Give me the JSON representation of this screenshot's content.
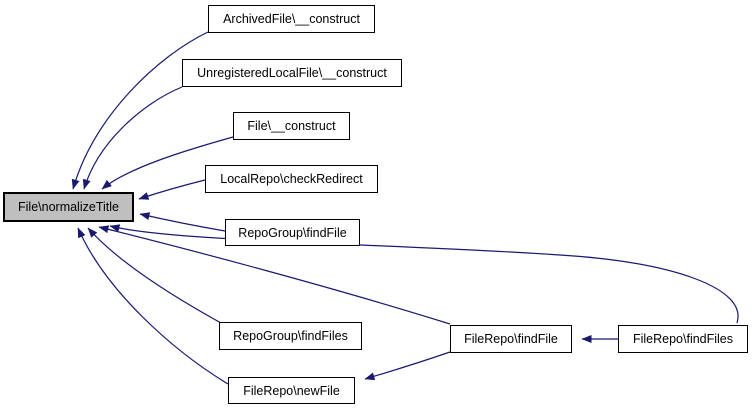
{
  "diagram": {
    "type": "caller-graph",
    "focus_node": "File\\normalizeTitle",
    "colors": {
      "background": "#ffffff",
      "edge": "#191970",
      "node_border": "#000000",
      "node_fill": "#ffffff",
      "focus_fill": "#bfbfbf",
      "text": "#000000"
    },
    "nodes": [
      {
        "id": "normalizeTitle",
        "label": "File\\normalizeTitle",
        "focused": true
      },
      {
        "id": "archivedfile-construct",
        "label": "ArchivedFile\\__construct",
        "focused": false
      },
      {
        "id": "unregisteredlocalfile-construct",
        "label": "UnregisteredLocalFile\\__construct",
        "focused": false
      },
      {
        "id": "file-construct",
        "label": "File\\__construct",
        "focused": false
      },
      {
        "id": "localrepo-checkredirect",
        "label": "LocalRepo\\checkRedirect",
        "focused": false
      },
      {
        "id": "repogroup-findfile",
        "label": "RepoGroup\\findFile",
        "focused": false
      },
      {
        "id": "repogroup-findfiles",
        "label": "RepoGroup\\findFiles",
        "focused": false
      },
      {
        "id": "filerepo-newfile",
        "label": "FileRepo\\newFile",
        "focused": false
      },
      {
        "id": "filerepo-findfile",
        "label": "FileRepo\\findFile",
        "focused": false
      },
      {
        "id": "filerepo-findfiles",
        "label": "FileRepo\\findFiles",
        "focused": false
      }
    ],
    "edges": [
      {
        "from": "ArchivedFile\\__construct",
        "to": "File\\normalizeTitle"
      },
      {
        "from": "UnregisteredLocalFile\\__construct",
        "to": "File\\normalizeTitle"
      },
      {
        "from": "File\\__construct",
        "to": "File\\normalizeTitle"
      },
      {
        "from": "LocalRepo\\checkRedirect",
        "to": "File\\normalizeTitle"
      },
      {
        "from": "RepoGroup\\findFile",
        "to": "File\\normalizeTitle"
      },
      {
        "from": "RepoGroup\\findFiles",
        "to": "File\\normalizeTitle"
      },
      {
        "from": "FileRepo\\newFile",
        "to": "File\\normalizeTitle"
      },
      {
        "from": "FileRepo\\findFile",
        "to": "File\\normalizeTitle"
      },
      {
        "from": "FileRepo\\findFiles",
        "to": "File\\normalizeTitle"
      },
      {
        "from": "FileRepo\\findFiles",
        "to": "FileRepo\\findFile"
      },
      {
        "from": "FileRepo\\findFile",
        "to": "FileRepo\\newFile"
      }
    ]
  }
}
